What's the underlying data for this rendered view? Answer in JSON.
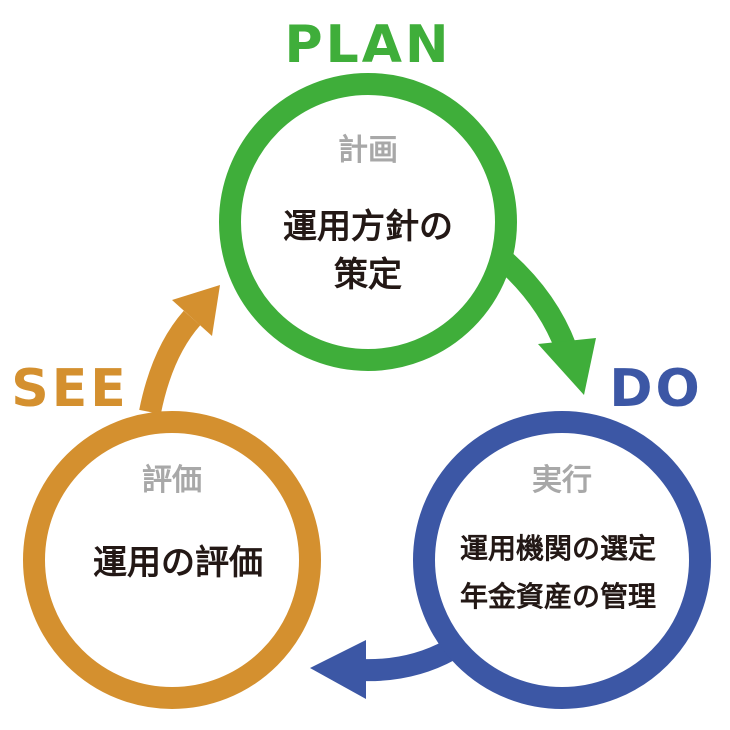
{
  "colors": {
    "plan": "#3fae3a",
    "do": "#3c57a5",
    "see": "#d4902f",
    "sublabel": "#a8a8a8",
    "text": "#231815"
  },
  "plan": {
    "label": "PLAN",
    "sublabel": "計画",
    "lines": [
      "運用方針の",
      "策定"
    ]
  },
  "do": {
    "label": "DO",
    "sublabel": "実行",
    "lines": [
      "運用機関の選定",
      "年金資産の管理"
    ]
  },
  "see": {
    "label": "SEE",
    "sublabel": "評価",
    "lines": [
      "運用の評価"
    ]
  }
}
